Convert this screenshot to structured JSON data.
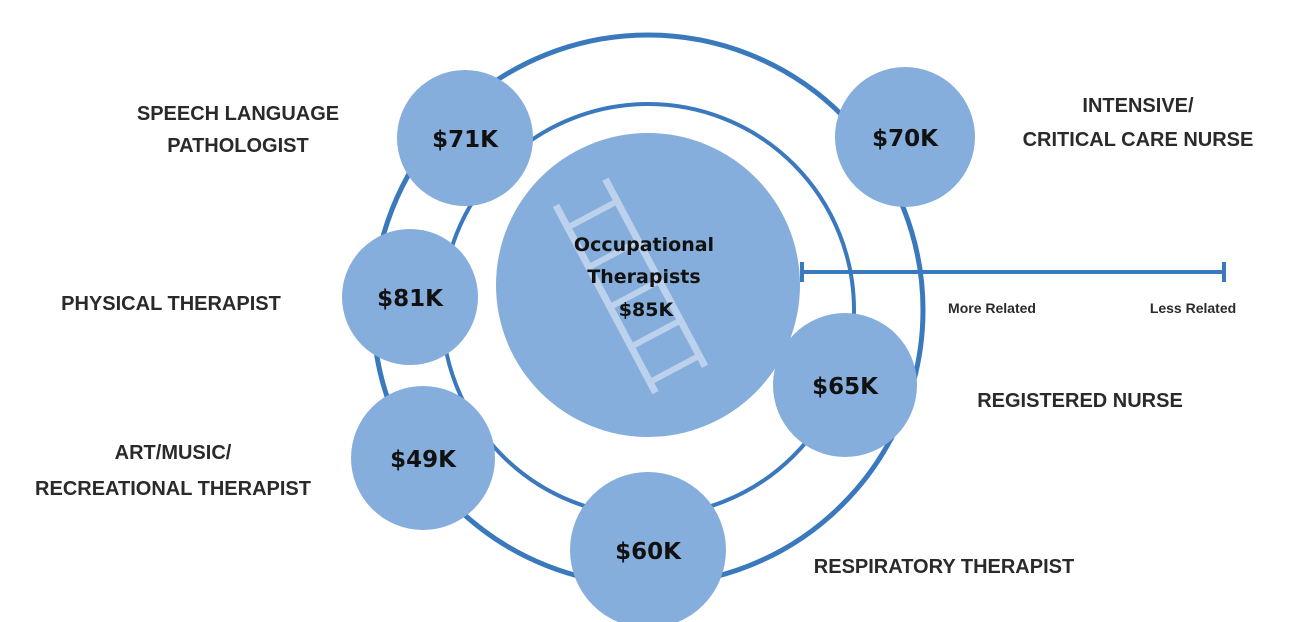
{
  "colors": {
    "ring": "#3a79bd",
    "bubble": "#85aedc",
    "ladder": "#c6d8ee",
    "text": "#2a2a2a"
  },
  "center": {
    "title_line1": "Occupational",
    "title_line2": "Therapists",
    "salary": "$85K",
    "icon": "ladder-icon"
  },
  "legend": {
    "near_label": "More Related",
    "far_label": "Less Related"
  },
  "occupations": [
    {
      "id": "speech",
      "label_lines": [
        "SPEECH LANGUAGE",
        "PATHOLOGIST"
      ],
      "salary": "$71K",
      "ring": "inner"
    },
    {
      "id": "intensive",
      "label_lines": [
        "INTENSIVE/",
        "CRITICAL CARE NURSE"
      ],
      "salary": "$70K",
      "ring": "outer"
    },
    {
      "id": "physical",
      "label_lines": [
        "PHYSICAL THERAPIST"
      ],
      "salary": "$81K",
      "ring": "inner"
    },
    {
      "id": "registered",
      "label_lines": [
        "REGISTERED NURSE"
      ],
      "salary": "$65K",
      "ring": "inner"
    },
    {
      "id": "art",
      "label_lines": [
        "ART/MUSIC/",
        "RECREATIONAL  THERAPIST"
      ],
      "salary": "$49K",
      "ring": "outer"
    },
    {
      "id": "respiratory",
      "label_lines": [
        "RESPIRATORY THERAPIST"
      ],
      "salary": "$60K",
      "ring": "outer"
    }
  ]
}
